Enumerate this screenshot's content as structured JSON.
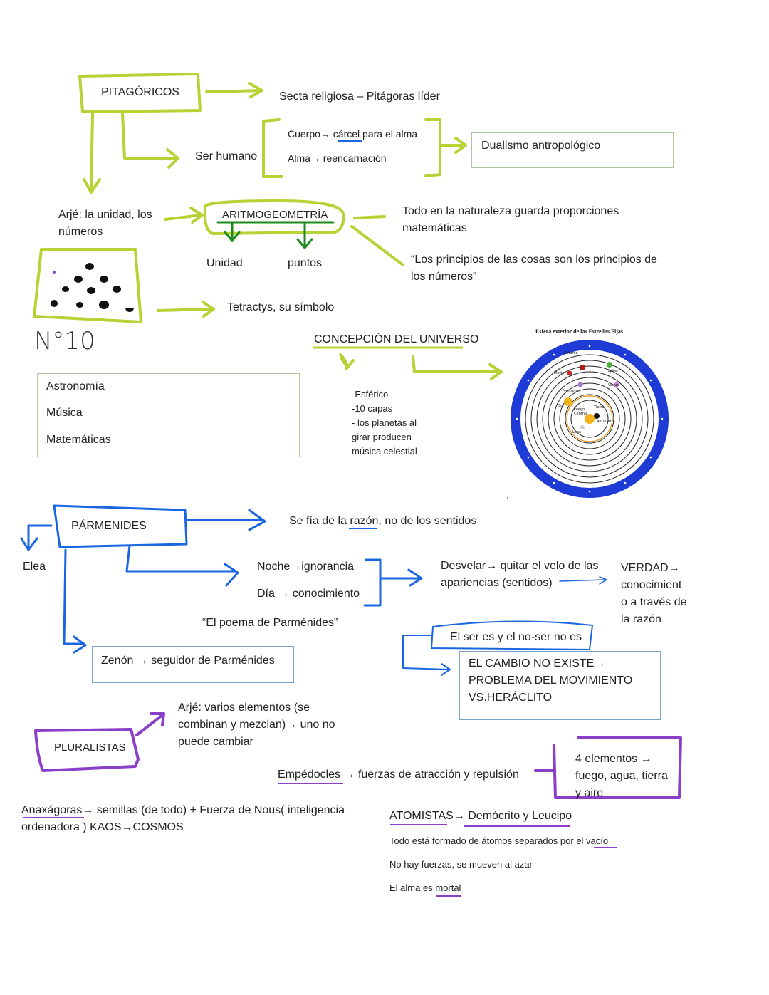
{
  "colors": {
    "green": "#b5d334",
    "blue": "#1a66e0",
    "purple": "#8b3fc9",
    "grey_border": "#aac9a0",
    "text": "#222222"
  },
  "pitagoricos": {
    "title": "PITAGÓRICOS",
    "secta": "Secta religiosa – Pitágoras líder",
    "ser_humano": "Ser humano",
    "cuerpo": "Cuerpo→ cárcel para el alma",
    "alma": "Alma→ reencarnación",
    "dualismo": "Dualismo antropológico",
    "arje_1": "Arjé: la unidad, los",
    "arje_2": "números",
    "aritmogeometria": "ARITMOGEOMETRÍA",
    "unidad": "Unidad",
    "puntos": "puntos",
    "proporciones_1": "Todo en la naturaleza guarda proporciones",
    "proporciones_2": "matemáticas",
    "cita_1": "“Los principios de las cosas son los principios de",
    "cita_2": "los números”",
    "tetractys": "Tetractys, su símbolo",
    "numero": "N°10",
    "ramas": [
      "Astronomía",
      "Música",
      "Matemáticas"
    ],
    "universo_title": "CONCEPCIÓN DEL UNIVERSO",
    "universo_lista": [
      "-Esférico",
      "-10 capas",
      "- los planetas al",
      "girar producen",
      "música celestial"
    ],
    "esfera_label": "Esfera exterior de las Estrellas Fijas",
    "planetas": [
      "Saturno",
      "Júpiter",
      "Marte",
      "Venus",
      "Mercurio",
      "Sol",
      "Tierra",
      "Luna",
      "Fuego Central",
      "Anti-Tierra"
    ]
  },
  "parmenides": {
    "title": "PÁRMENIDES",
    "elea": "Elea",
    "razon_pre": "Se fía de la ",
    "razon_u": "razón",
    "razon_post": ", no de los sentidos",
    "noche": "Noche→ignorancia",
    "dia": "Día → conocimiento",
    "poema": "“El poema de Parménides”",
    "desvelar_1": "Desvelar→ quitar el velo de las",
    "desvelar_2": "apariencias (sentidos)",
    "verdad": [
      "VERDAD→",
      "conocimient",
      "o a través de",
      "la razón"
    ],
    "ser": "El ser es y el no-ser no es",
    "cambio": [
      "EL CAMBIO NO EXISTE→",
      "PROBLEMA DEL MOVIMIENTO",
      "VS.HERÁCLITO"
    ],
    "zenon": "Zenón → seguidor de Parménides"
  },
  "pluralistas": {
    "title": "PLURALISTAS",
    "arje": [
      "Arjé: varios elementos (se",
      "combinan y mezclan)→ uno no",
      "puede cambiar"
    ],
    "empedocles_name": "Empédocles",
    "empedocles_rest": " → fuerzas de atracción y repulsión",
    "elementos": [
      "4 elementos →",
      "fuego, agua, tierra",
      "y aire"
    ],
    "anaxagoras_name": "Anaxágoras",
    "anaxagoras_rest": "→ semillas (de todo) +  Fuerza de Nous( inteligencia",
    "anaxagoras_2": "ordenadora ) KAOS→COSMOS"
  },
  "atomistas": {
    "title_a": "ATOMISTAS",
    "title_b": "→ Demócrito y Leucipo",
    "l1_pre": "Todo está formado de átomos separados por ",
    "l1_u": "el vacío",
    "l2": "No hay fuerzas, se mueven al azar",
    "l3_pre": "El alma es ",
    "l3_u": "mortal"
  }
}
